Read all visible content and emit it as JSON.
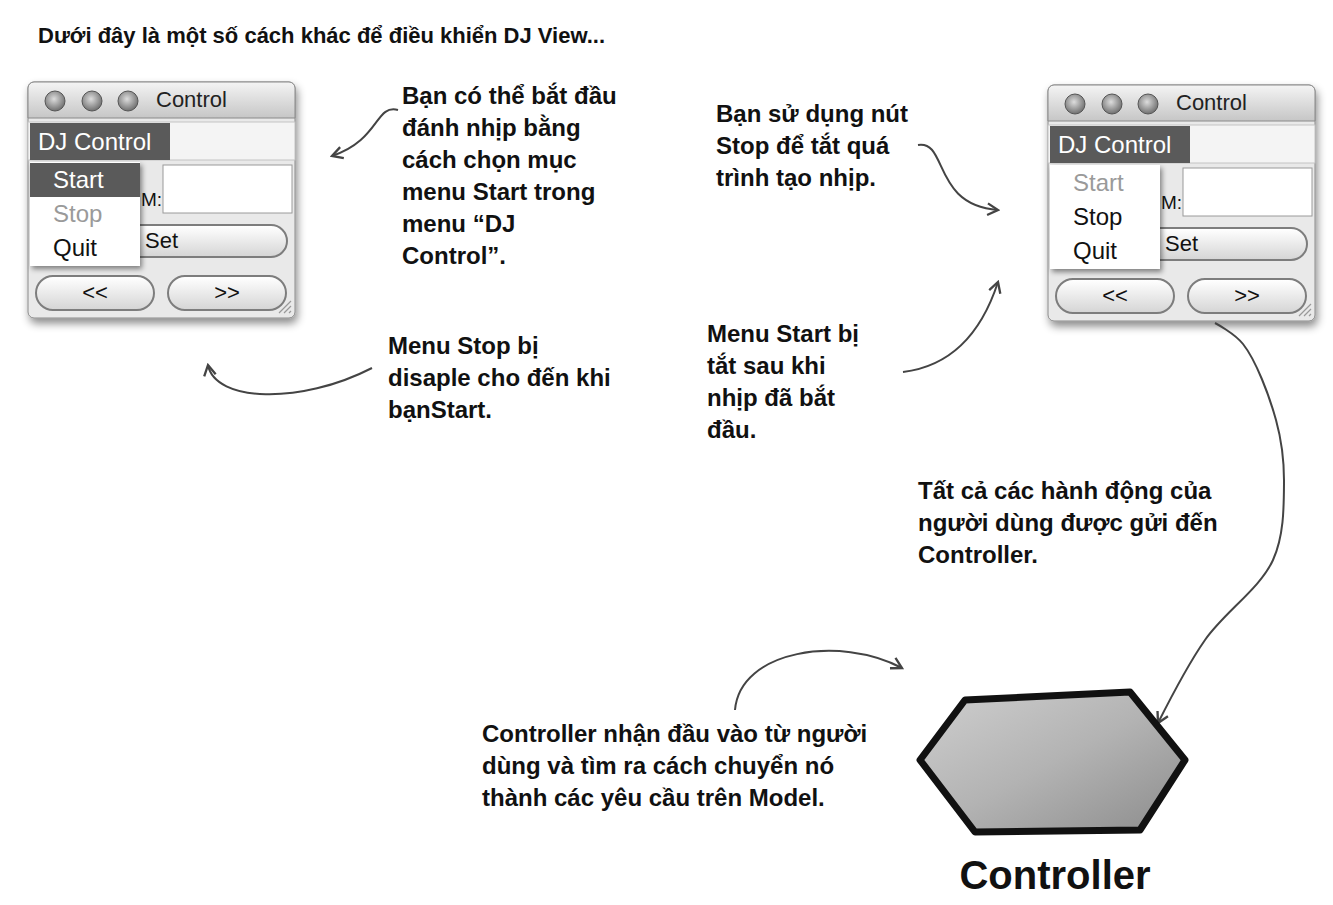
{
  "diagram": {
    "title": "Dưới đây là một số cách khác để điều khiển DJ View...",
    "nodes": [
      {
        "text": [
          "Control"
        ]
      },
      {
        "text": [
          "DJ Control"
        ],
        "in": 0
      },
      {
        "text": [
          "Start",
          "Stop",
          "Quit"
        ],
        "in": 0
      },
      {
        "text": [
          "Set"
        ],
        "in": 0
      },
      {
        "text": [
          "<<"
        ],
        "in": 0
      },
      {
        "text": [
          ">>"
        ],
        "in": 0
      },
      {
        "text": [
          "Control"
        ]
      },
      {
        "text": [
          "DJ Control"
        ],
        "in": 6
      },
      {
        "text": [
          "Start",
          "Stop",
          "Quit"
        ],
        "in": 6
      },
      {
        "text": [
          "Set"
        ],
        "in": 6
      },
      {
        "text": [
          "<<"
        ],
        "in": 6
      },
      {
        "text": [
          ">>"
        ],
        "in": 6
      },
      {
        "text": [
          "Controller"
        ]
      }
    ],
    "edges": [
      {
        "from": 6,
        "to": 12,
        "arrow": "to",
        "label": "Tất cả các hành động của người dùng được gửi đến Controller."
      }
    ],
    "labels": [
      "Bạn có thể bắt đầu đánh nhịp bằng cách chọn mục menu Start trong menu “DJ Control”.",
      "M:",
      "Menu Stop bị disaple cho đến khi bạnStart.",
      "Bạn sử dụng nút Stop để tắt quá trình tạo nhịp.",
      "M:",
      "Menu Start bị tắt sau khi nhịp đã bắt đầu.",
      "Controller nhận đầu vào từ người dùng và tìm ra cách chuyển nó thành các yêu cầu trên Model."
    ]
  }
}
